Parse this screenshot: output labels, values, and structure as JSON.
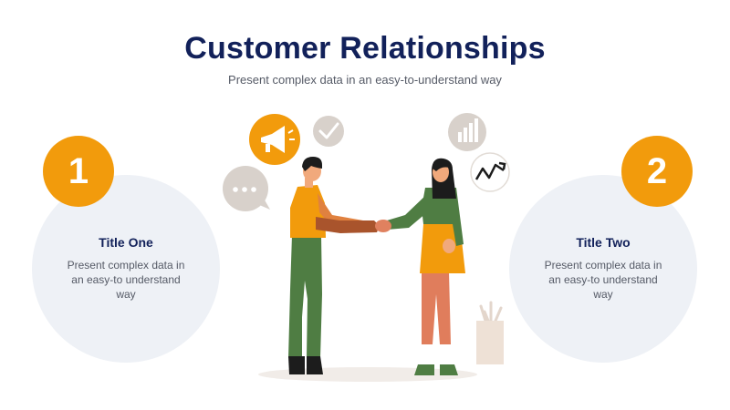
{
  "header": {
    "title": "Customer Relationships",
    "subtitle": "Present complex data in an easy-to-understand way"
  },
  "cards": [
    {
      "number": "1",
      "title": "Title One",
      "text": "Present complex data in an easy-to understand way"
    },
    {
      "number": "2",
      "title": "Title Two",
      "text": "Present complex data in an easy-to understand way"
    }
  ],
  "colors": {
    "title": "#12215a",
    "accent": "#f29b0c",
    "card_bg": "#eef1f6",
    "green": "#4f7d43",
    "salmon": "#e07d5c"
  },
  "illustration": {
    "icons": [
      "megaphone-icon",
      "checkmark-icon",
      "chat-bubble-icon",
      "bar-chart-icon",
      "line-chart-icon",
      "plant-pot-icon"
    ]
  }
}
